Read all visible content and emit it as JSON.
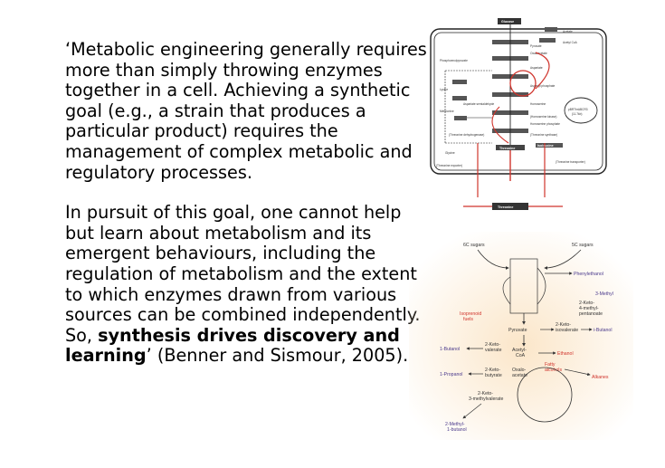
{
  "quote": {
    "para1": "‘Metabolic engineering generally requires more than simply throwing enzymes together in a cell. Achieving a synthetic goal (e.g., a strain that produces a particular product) requires the management of complex metabolic and regulatory processes.",
    "para2_start": "In pursuit of this goal, one cannot help but learn about metabolism and its emergent behaviours, including the regulation of metabolism and the extent to which enzymes drawn from various sources can be combined independently. So, ",
    "para2_bold": "synthesis drives discovery and learning",
    "para2_end": "’ (Benner and Sismour, 2005)."
  },
  "figure1": {
    "glucose": "Glucose",
    "threonine": "Threonine",
    "plasmid": "pBRThrABCR3",
    "plasmid_sub": "(11.7kb)",
    "gene_box": "Isoleucine",
    "labels": [
      "Phosphoenolpyruvate",
      "Oxaloacetate",
      "Aspartate",
      "Aspartyl phosphate",
      "Aspartate semialdehyde",
      "Homoserine",
      "Homoserine phosphate",
      "Lysine",
      "Methionine",
      "Glycine",
      "Acetate",
      "Acetyl CoA",
      "Pyruvate",
      "(Threonine exporter)",
      "(Threonine transporter)",
      "(Threonine dehydrogenase)",
      "(Threonine synthase)",
      "(Homoserine kinase)"
    ]
  },
  "figure2": {
    "labels": {
      "sugars_left": "6C sugars",
      "sugars_right": "5C sugars",
      "phenylethanol": "Phenylethanol",
      "methyl3": "3-Methyl",
      "keto_methylpentanoate": "2-Keto-\n4-methyl-\npentanoate",
      "isoprenoid": "Isoprenoid\nfuels",
      "pyruvate": "Pyruvate",
      "keto_isovalerate": "2-Keto-\nisovalerate",
      "isobutanol": "i-Butanol",
      "butanol1": "1-Butanol",
      "keto_valerate": "2-Keto-\nvalerate",
      "acetyl_coa": "Acetyl-\nCoA",
      "ethanol": "Ethanol",
      "fatty_alcohols": "Fatty\nalcohols",
      "alkanes": "Alkanes",
      "propanol1": "1-Propanol",
      "keto_butyrate": "2-Keto-\nbutyrate",
      "oxaloacetate": "Oxalo-\nacetate",
      "keto_methylvalerate": "2-Keto-\n3-methylvalerate",
      "methyl_butanol": "2-Methyl-\n1-butanol"
    }
  }
}
